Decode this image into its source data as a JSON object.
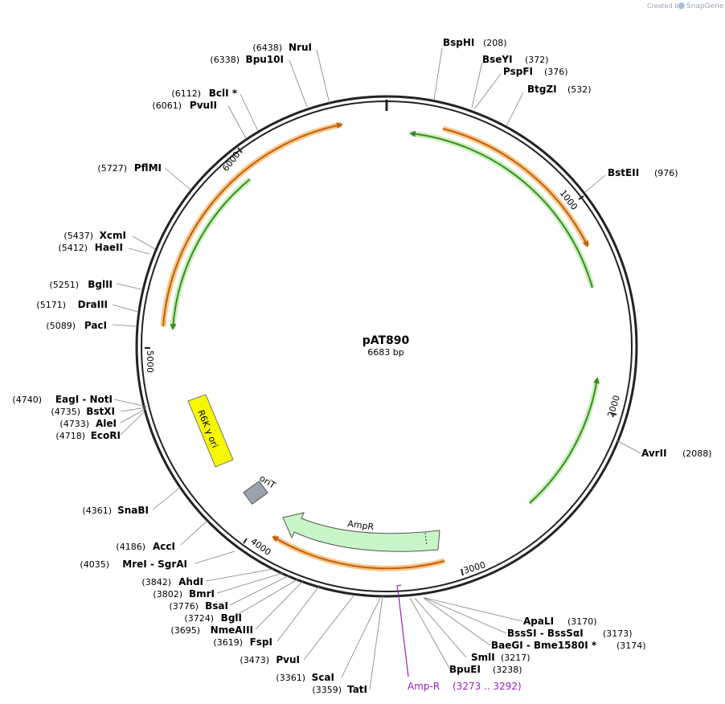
{
  "credit": {
    "prefix": "Created by",
    "brand": "SnapGene"
  },
  "plasmid": {
    "name": "pAT890",
    "size_label": "6683 bp"
  },
  "ticks": [
    "1000",
    "2000",
    "3000",
    "4000",
    "5000",
    "6000"
  ],
  "features": {
    "ampr": "AmpR",
    "orit": "oriT",
    "r6k": "R6K γ ori"
  },
  "primer": {
    "name": "Amp-R",
    "range": "(3273 .. 3292)",
    "color": "#9b1fc0"
  },
  "colors": {
    "orange_arrow": "#c06010",
    "green_arrow": "#3a8a2a",
    "ampr_fill": "#c8f5c8",
    "r6k_fill": "#f7f700",
    "orit_fill": "#9aa3ad"
  },
  "enzymes": [
    {
      "name": "BspHI",
      "pos": "(208)"
    },
    {
      "name": "BseYI",
      "pos": "(372)"
    },
    {
      "name": "PspFI",
      "pos": "(376)"
    },
    {
      "name": "BtgZI",
      "pos": "(532)"
    },
    {
      "name": "BstEII",
      "pos": "(976)"
    },
    {
      "name": "AvrII",
      "pos": "(2088)"
    },
    {
      "name": "ApaLI",
      "pos": "(3170)"
    },
    {
      "name": "BssSI  - BssSαI",
      "pos": "(3173)"
    },
    {
      "name": "BaeGI  - Bme1580I *",
      "pos": "(3174)"
    },
    {
      "name": "SmlI",
      "pos": "(3217)"
    },
    {
      "name": "BpuEI",
      "pos": "(3238)"
    },
    {
      "name": "TatI",
      "pos": "(3359)"
    },
    {
      "name": "ScaI",
      "pos": "(3361)"
    },
    {
      "name": "PvuI",
      "pos": "(3473)"
    },
    {
      "name": "FspI",
      "pos": "(3619)"
    },
    {
      "name": "NmeAIII",
      "pos": "(3695)"
    },
    {
      "name": "BglI",
      "pos": "(3724)"
    },
    {
      "name": "BsaI",
      "pos": "(3776)"
    },
    {
      "name": "BmrI",
      "pos": "(3802)"
    },
    {
      "name": "AhdI",
      "pos": "(3842)"
    },
    {
      "name": "MreI  - SgrAI",
      "pos": "(4035)"
    },
    {
      "name": "AccI",
      "pos": "(4186)"
    },
    {
      "name": "SnaBI",
      "pos": "(4361)"
    },
    {
      "name": "EcoRI",
      "pos": "(4718)"
    },
    {
      "name": "AleI",
      "pos": "(4733)"
    },
    {
      "name": "BstXI",
      "pos": "(4735)"
    },
    {
      "name": "EagI  - NotI",
      "pos": "(4740)"
    },
    {
      "name": "PacI",
      "pos": "(5089)"
    },
    {
      "name": "DraIII",
      "pos": "(5171)"
    },
    {
      "name": "BglII",
      "pos": "(5251)"
    },
    {
      "name": "HaeII",
      "pos": "(5412)"
    },
    {
      "name": "XcmI",
      "pos": "(5437)"
    },
    {
      "name": "PflMI",
      "pos": "(5727)"
    },
    {
      "name": "PvuII",
      "pos": "(6061)"
    },
    {
      "name": "BclI *",
      "pos": "(6112)"
    },
    {
      "name": "Bpu10I",
      "pos": "(6338)"
    },
    {
      "name": "NruI",
      "pos": "(6438)"
    }
  ]
}
